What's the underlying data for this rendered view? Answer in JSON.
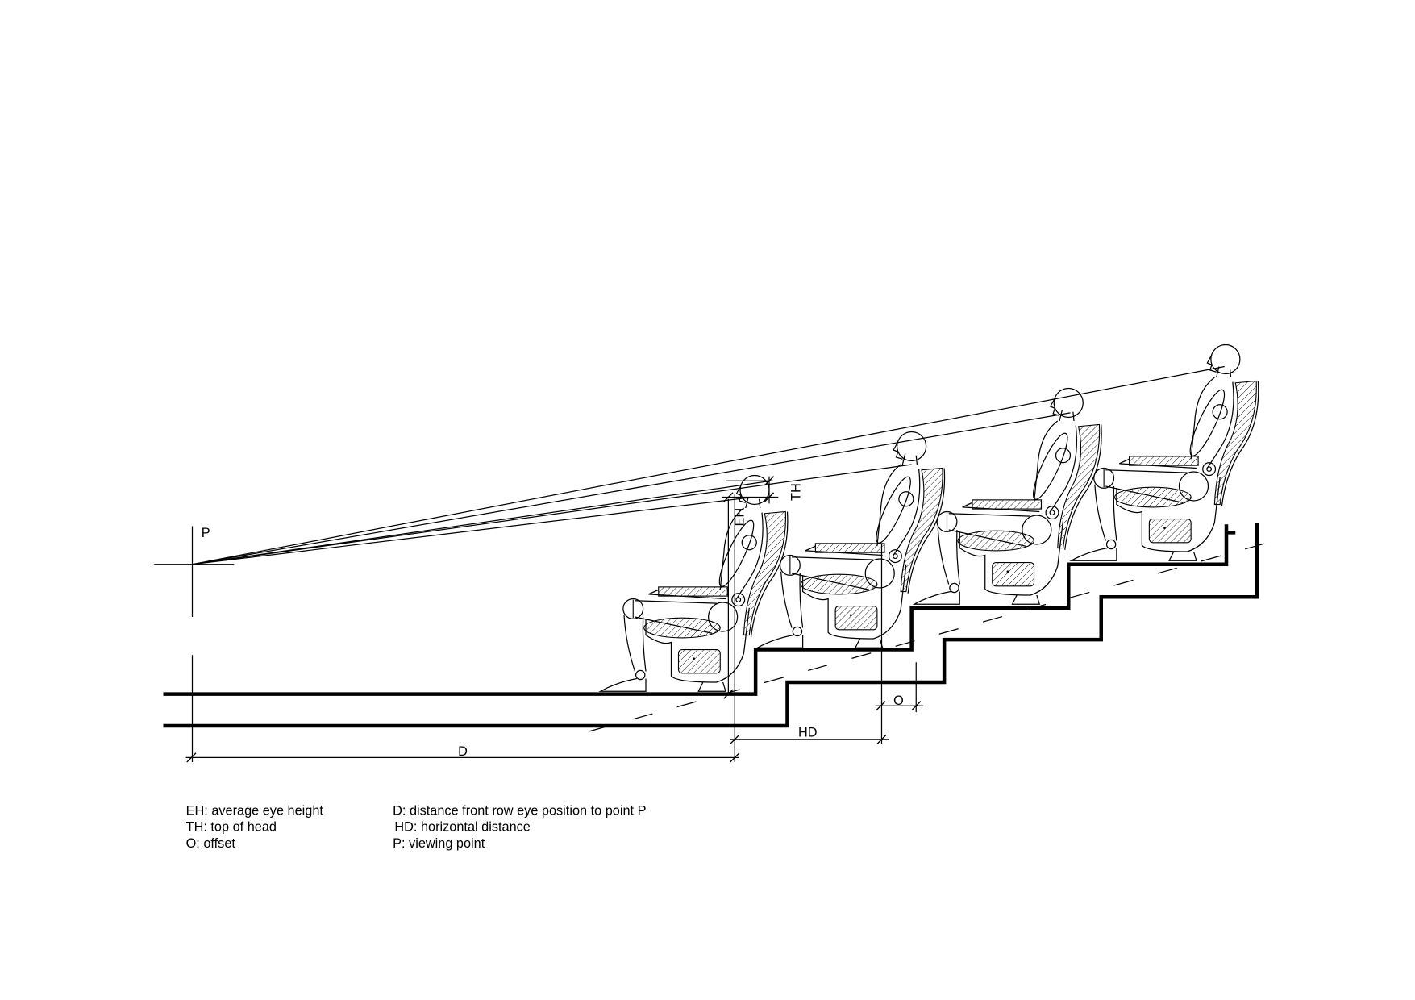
{
  "diagram": {
    "labels": {
      "viewing_point": "P",
      "eye_height": "EH",
      "top_of_head": "TH",
      "offset": "O",
      "horizontal_distance": "HD",
      "distance": "D"
    },
    "legend_left": [
      "EH: average eye height",
      "TH: top of head",
      "O: offset"
    ],
    "legend_right": [
      "D: distance front row eye position to point P",
      "HD: horizontal distance",
      "P: viewing point"
    ],
    "rows": 4
  }
}
